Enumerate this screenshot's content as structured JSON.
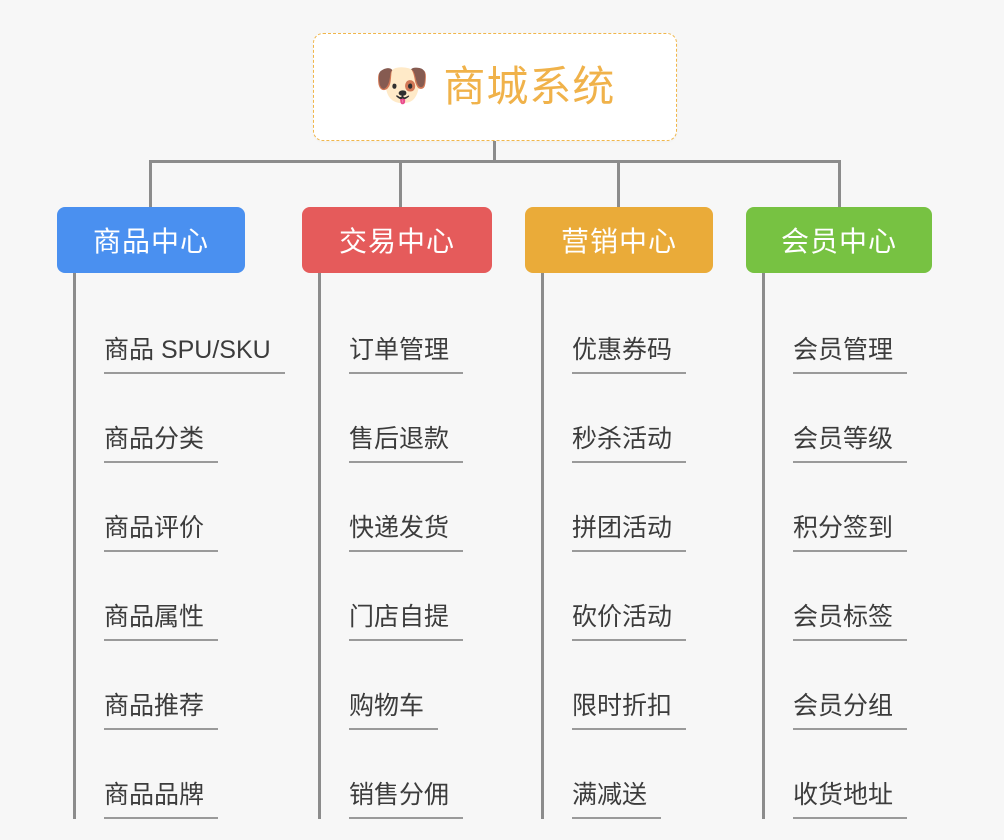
{
  "root": {
    "icon": "dog-face-icon",
    "icon_glyph": "🐶",
    "title": "商城系统",
    "border_color": "#f0b64b",
    "text_color": "#f0b24a"
  },
  "branches": [
    {
      "id": "product-center",
      "title": "商品中心",
      "color": "#4a90f0",
      "items": [
        "商品 SPU/SKU",
        "商品分类",
        "商品评价",
        "商品属性",
        "商品推荐",
        "商品品牌"
      ]
    },
    {
      "id": "trade-center",
      "title": "交易中心",
      "color": "#e55b5b",
      "items": [
        "订单管理",
        "售后退款",
        "快递发货",
        "门店自提",
        "购物车",
        "销售分佣"
      ]
    },
    {
      "id": "marketing-center",
      "title": "营销中心",
      "color": "#eaab39",
      "items": [
        "优惠券码",
        "秒杀活动",
        "拼团活动",
        "砍价活动",
        "限时折扣",
        "满减送"
      ]
    },
    {
      "id": "member-center",
      "title": "会员中心",
      "color": "#77c242",
      "items": [
        "会员管理",
        "会员等级",
        "积分签到",
        "会员标签",
        "会员分组",
        "收货地址"
      ]
    }
  ],
  "theme": {
    "background": "#f7f7f7",
    "connector_color": "#8c8c8c",
    "leaf_text_color": "#3c3c3c",
    "leaf_underline_color": "#9a9a9a"
  }
}
